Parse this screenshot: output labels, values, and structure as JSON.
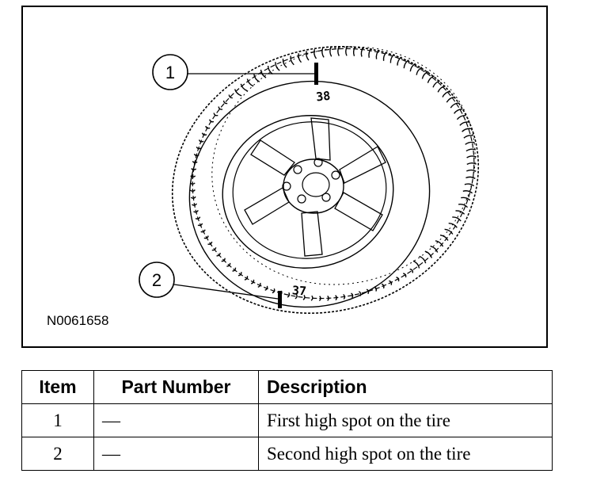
{
  "figure": {
    "code": "N0061658",
    "callouts": [
      {
        "number": "1"
      },
      {
        "number": "2"
      }
    ],
    "handwritten_marks": [
      "38",
      "37"
    ]
  },
  "table": {
    "headers": {
      "item": "Item",
      "part_number": "Part Number",
      "description": "Description"
    },
    "rows": [
      {
        "item": "1",
        "part_number": "—",
        "description": "First high spot on the tire"
      },
      {
        "item": "2",
        "part_number": "—",
        "description": "Second high spot on the tire"
      }
    ]
  }
}
